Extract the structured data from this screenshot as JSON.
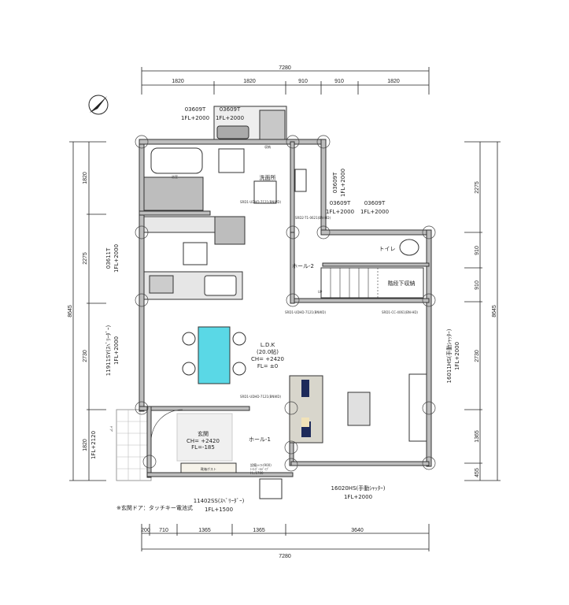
{
  "plan": {
    "dims_top": {
      "total": "7280",
      "segments": [
        "1820",
        "1820",
        "910",
        "910",
        "1820"
      ]
    },
    "dims_bottom": {
      "total": "7280",
      "segments": [
        "200",
        "710",
        "1365",
        "1365",
        "3640"
      ]
    },
    "dims_left": {
      "total": "8645",
      "segments": [
        "1820",
        "2275",
        "2730",
        "1820"
      ]
    },
    "dims_right": {
      "total": "8645",
      "segments": [
        "2275",
        "910",
        "910",
        "2730",
        "1365",
        "455"
      ]
    },
    "rooms": {
      "washroom": "洗面所",
      "bath": "浴室",
      "hall2": "ホール-2",
      "toilet": "トイレ",
      "under_stairs": "階段下収納",
      "ldk": {
        "name": "L.D.K",
        "area": "(20.0帖)",
        "ch": "CH= +2420",
        "fl": "FL= ±0"
      },
      "entrance": {
        "name": "玄関",
        "ch": "CH= +2420",
        "fl": "FL=-185"
      },
      "hall1": "ホール-1",
      "shoe_storage": "靴箱ボスト",
      "storage": "収納",
      "up": "UP",
      "pipe_note": [
        "設備ｼｬﾌﾄ(900)",
        "ﾄｲﾚﾎﾞｰﾙﾊﾟｲﾌﾟ",
        "H=1700"
      ]
    },
    "windows": [
      {
        "code": "03609T",
        "height": "1FL+2000"
      },
      {
        "code": "03609T",
        "height": "1FL+2000"
      },
      {
        "code": "03609T",
        "height": "1FL+2000"
      },
      {
        "code": "03609T",
        "height": "1FL+2000"
      },
      {
        "code": "03609T",
        "height": "1FL+2000"
      },
      {
        "code": "03611T",
        "height": "1FL+2000"
      },
      {
        "code": "11911SY(ｽﾍﾞﾘｰﾀﾞｰ)",
        "height": "1FL+2000"
      },
      {
        "code": "16011HS(手動ｼｬｯﾀｰ)",
        "height": "1FL+2000"
      },
      {
        "code": "16020HS(手動ｼｬｯﾀｰ)",
        "height": "1FL+2000"
      },
      {
        "code": "11402SS(ｽﾍﾞﾘｰﾀﾞｰ)",
        "height": "1FL+1500"
      }
    ],
    "entrance_door": {
      "label": "ドア",
      "height": "1FL+2120"
    },
    "doors": [
      "SRD1-UDHD-7121(BNWD)",
      "SRD2-T1-0621(BN-HD)",
      "SRD1-UDHD-7121(BNWD)",
      "SRD1-CC-4061(BN-HD)",
      "SRD1-UDHD-7121(BNWD)"
    ],
    "note": "※玄関ドア：タッチキー電池式",
    "colors": {
      "dining_table": "#5ad8e6",
      "wall": "#bdbdbd",
      "sofa_cushion": "#1d2a5a"
    }
  }
}
